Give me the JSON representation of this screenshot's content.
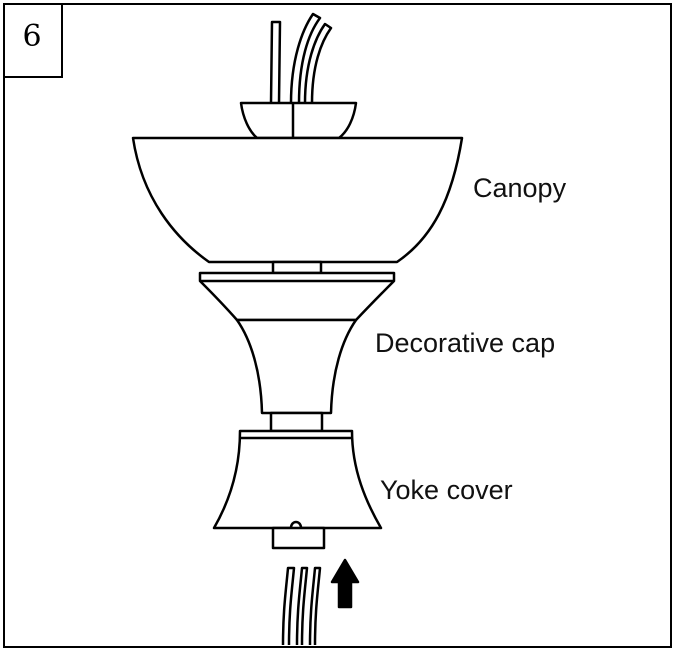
{
  "step": {
    "number": "6"
  },
  "labels": {
    "canopy": "Canopy",
    "decorative_cap": "Decorative cap",
    "yoke_cover": "Yoke cover"
  },
  "icons": {
    "assembly_direction": "up-arrow-icon"
  }
}
